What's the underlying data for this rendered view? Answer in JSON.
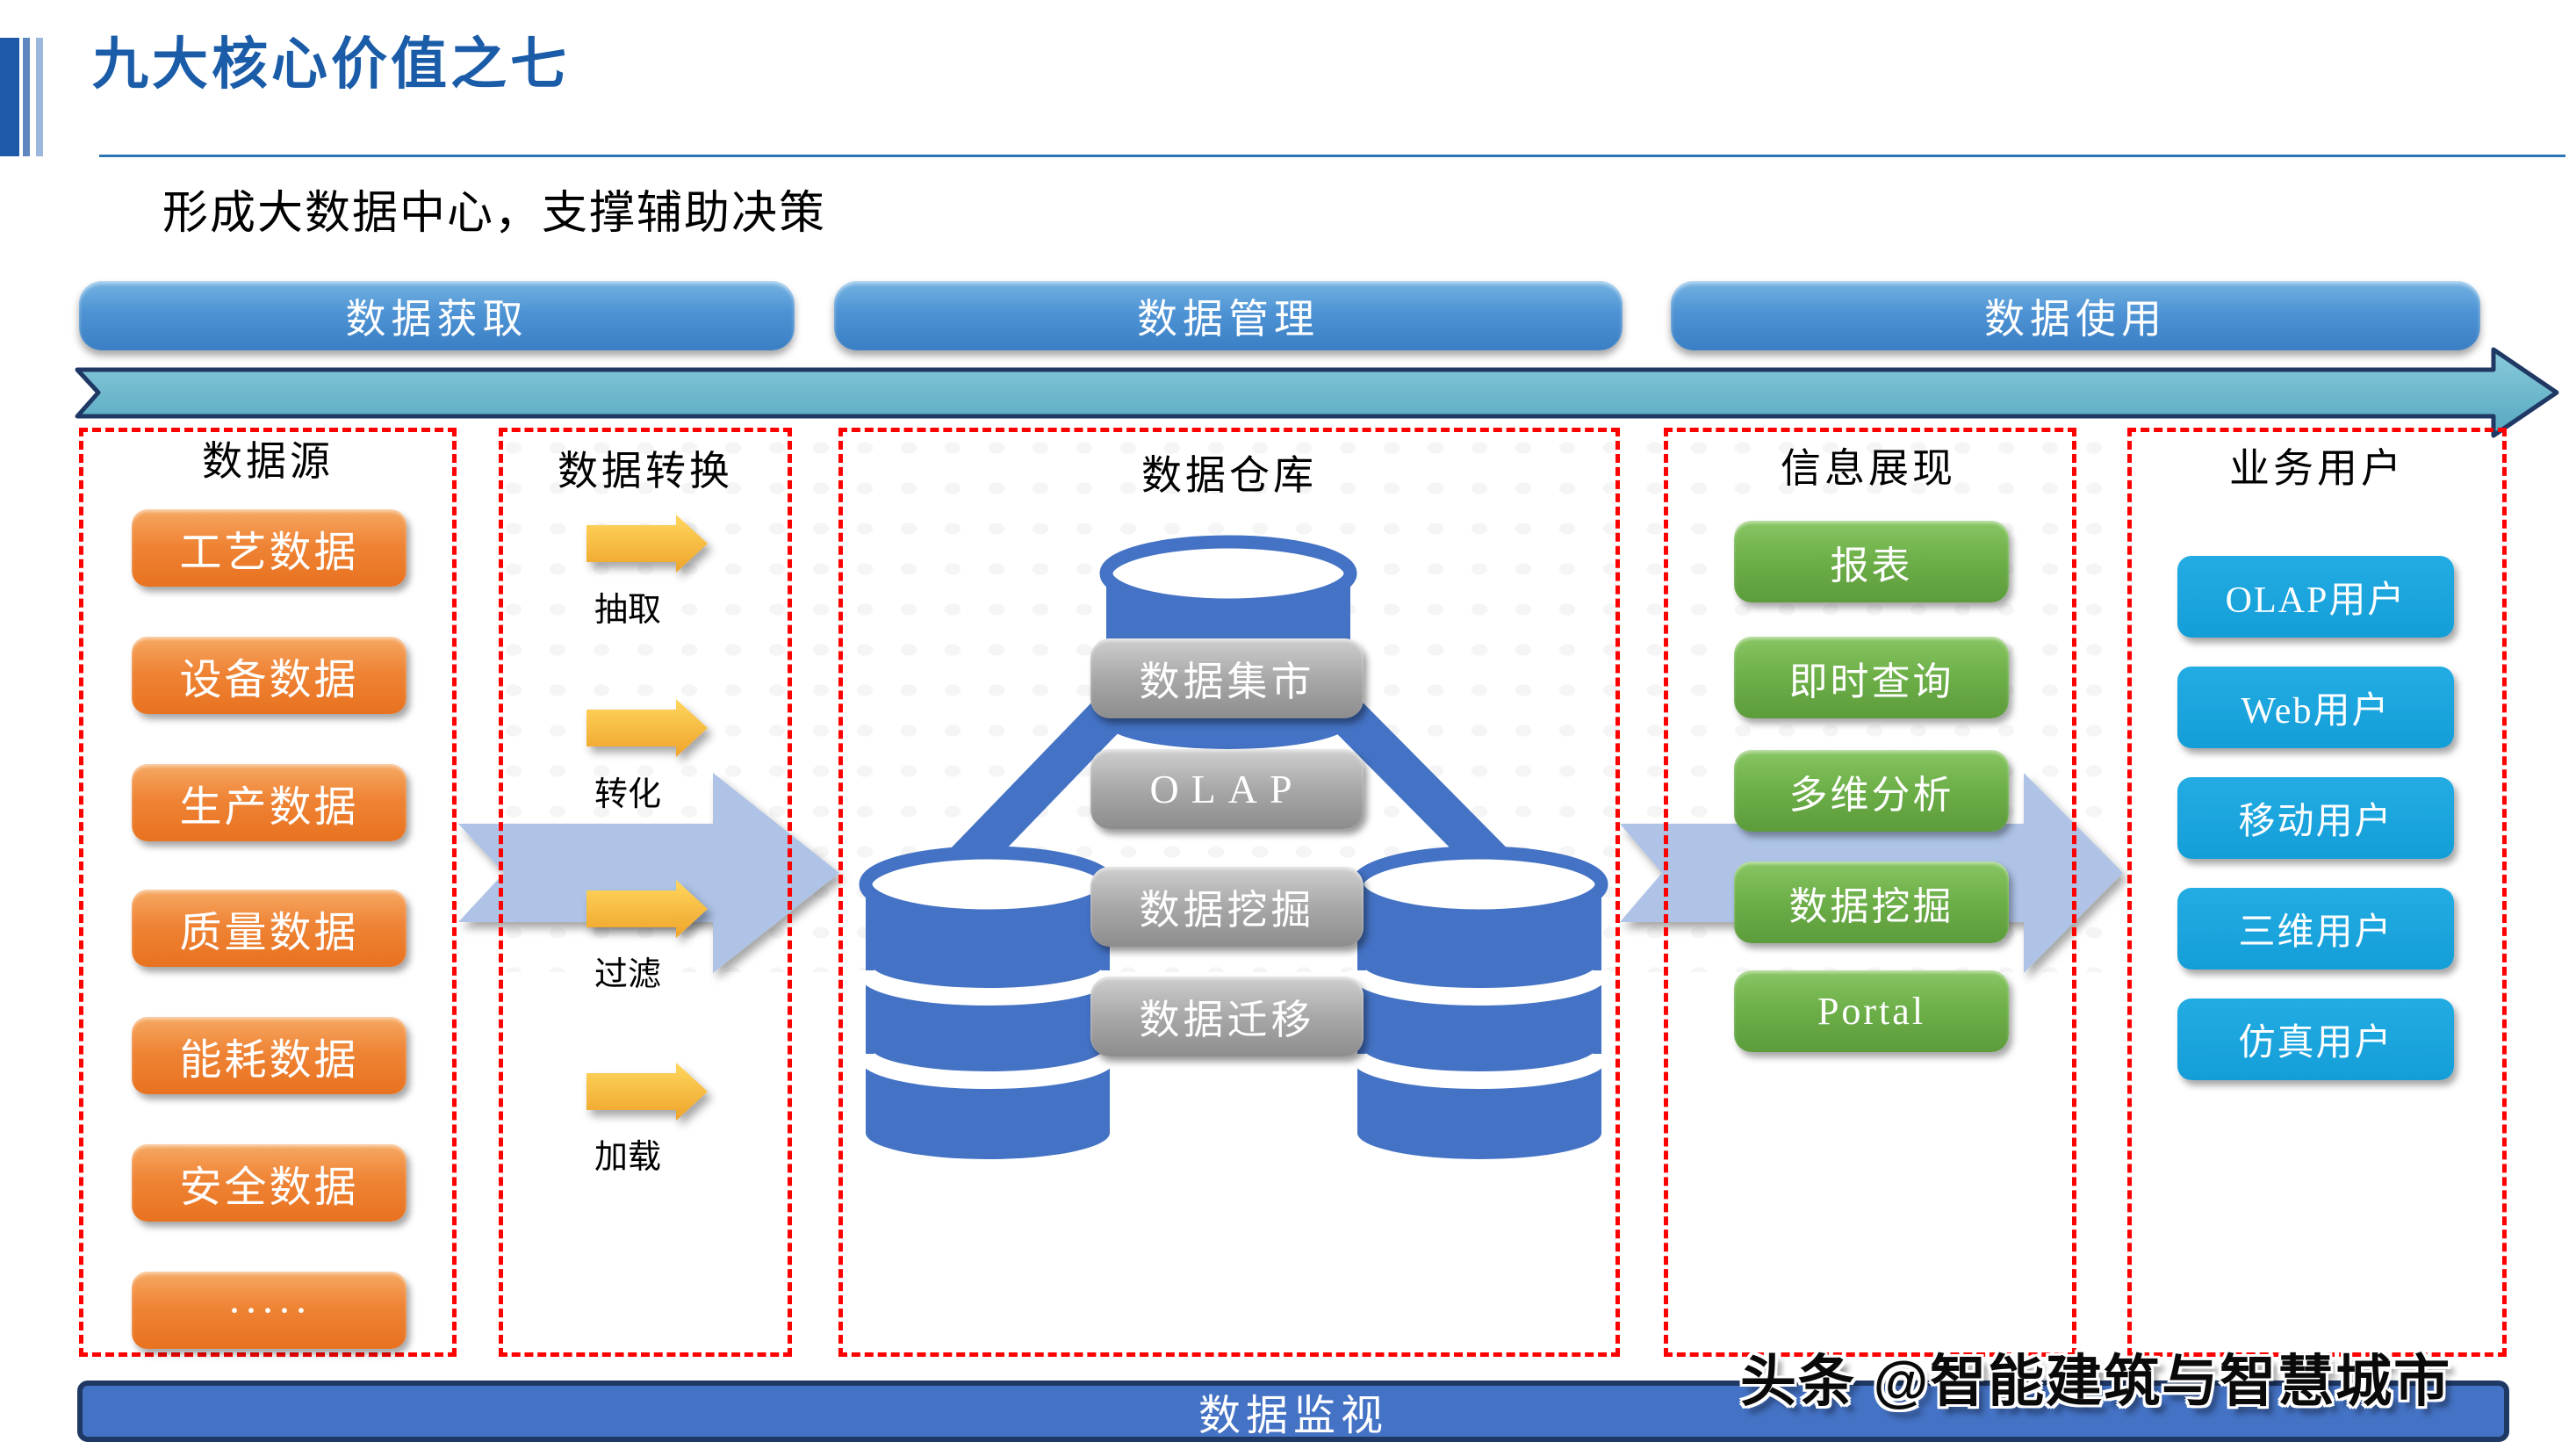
{
  "title": "九大核心价值之七",
  "subtitle": "形成大数据中心，支撑辅助决策",
  "phase_headers": [
    "数据获取",
    "数据管理",
    "数据使用"
  ],
  "columns": {
    "source": {
      "title": "数据源",
      "items": [
        "工艺数据",
        "设备数据",
        "生产数据",
        "质量数据",
        "能耗数据",
        "安全数据",
        "·····"
      ]
    },
    "transform": {
      "title": "数据转换",
      "steps": [
        "抽取",
        "转化",
        "过滤",
        "加载"
      ]
    },
    "warehouse": {
      "title": "数据仓库",
      "items": [
        "数据集市",
        "OLAP",
        "数据挖掘",
        "数据迁移"
      ]
    },
    "presentation": {
      "title": "信息展现",
      "items": [
        "报表",
        "即时查询",
        "多维分析",
        "数据挖掘",
        "Portal"
      ]
    },
    "users": {
      "title": "业务用户",
      "items": [
        "OLAP用户",
        "Web用户",
        "移动用户",
        "三维用户",
        "仿真用户"
      ]
    }
  },
  "bottom_bar": "数据监视",
  "watermark": "头条 @智能建筑与智慧城市",
  "colors": {
    "title_blue": "#1A5CA8",
    "header_pill_blue": "#3A7FC4",
    "band_teal": "#5FB0C7",
    "band_border_navy": "#1F3864",
    "dashed_box_red": "#FF0000",
    "source_orange": "#E8721F",
    "etl_yellow": "#FFC000",
    "warehouse_gray": "#9B9B9B",
    "presentation_green": "#5C9C3C",
    "user_cyan": "#17A3DC",
    "cylinder_blue": "#4472C4",
    "flow_arrow_blue": "#AEC3E6"
  }
}
